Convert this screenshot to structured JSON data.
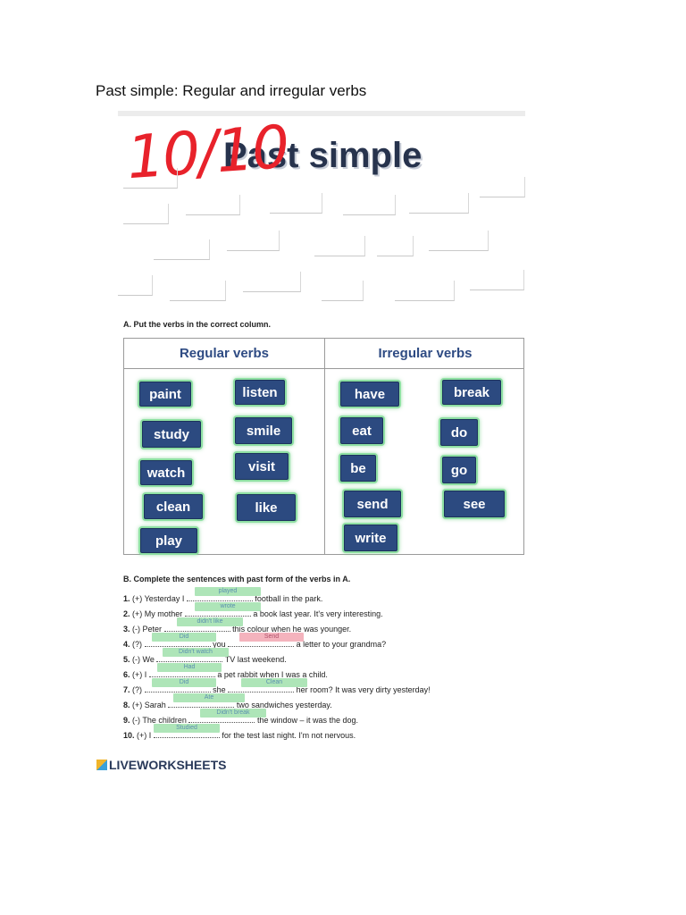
{
  "page_title": "Past simple: Regular and irregular verbs",
  "worksheet": {
    "score": "10/10",
    "heading": "Past simple",
    "section_a": {
      "instruction": "A. Put the verbs in the correct column.",
      "regular_header": "Regular verbs",
      "irregular_header": "Irregular verbs",
      "regular": [
        "paint",
        "listen",
        "study",
        "smile",
        "watch",
        "visit",
        "clean",
        "like",
        "play"
      ],
      "irregular": [
        "have",
        "break",
        "eat",
        "do",
        "be",
        "go",
        "send",
        "see",
        "write"
      ]
    },
    "section_b": {
      "instruction": "B. Complete the sentences with past form of the verbs in A.",
      "sentences": [
        {
          "num": "1.",
          "sign": "(+)",
          "before": "Yesterday I",
          "after": "football in the park.",
          "answer": "played"
        },
        {
          "num": "2.",
          "sign": "(+)",
          "before": "My mother",
          "after": "a book last year. It's very interesting.",
          "answer": "wrote"
        },
        {
          "num": "3.",
          "sign": "(-)",
          "before": "Peter",
          "after": "this colour when he was younger.",
          "answer": "didn't like"
        },
        {
          "num": "4.",
          "sign": "(?)",
          "before": "",
          "mid": "you",
          "after": "a letter to your grandma?",
          "answer": "Did",
          "answer2": "Send"
        },
        {
          "num": "5.",
          "sign": "(-)",
          "before": "We",
          "after": "TV last weekend.",
          "answer": "Didn't watch"
        },
        {
          "num": "6.",
          "sign": "(+)",
          "before": "I",
          "after": "a pet rabbit when I was a child.",
          "answer": "Had"
        },
        {
          "num": "7.",
          "sign": "(?)",
          "before": "",
          "mid": "she",
          "after": "her room? It was very dirty yesterday!",
          "answer": "Did",
          "answer2": "Clean"
        },
        {
          "num": "8.",
          "sign": "(+)",
          "before": "Sarah",
          "after": "two sandwiches yesterday.",
          "answer": "Ate"
        },
        {
          "num": "9.",
          "sign": "(-)",
          "before": "The children",
          "after": "the window – it was the dog.",
          "answer": "Didn't break"
        },
        {
          "num": "10.",
          "sign": "(+)",
          "before": "I",
          "after": "for the test last night. I'm not nervous.",
          "answer": "Studied"
        }
      ]
    }
  },
  "logo_text": "LIVEWORKSHEETS",
  "colors": {
    "chip": "#2c4a80",
    "chip_glow": "#8fe0a3",
    "header_text": "#2e4b83",
    "score": "#e8222b",
    "answer_ok": "#aee5b8",
    "answer_wrong": "#f4b3bd"
  }
}
